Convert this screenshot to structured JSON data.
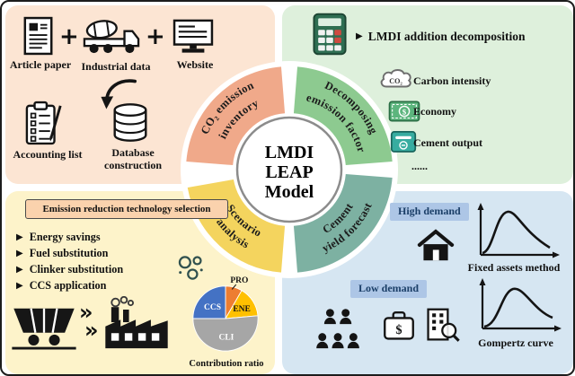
{
  "center": {
    "lines": [
      "LMDI",
      "LEAP",
      "Model"
    ]
  },
  "arcs": {
    "top_left": {
      "line1": "CO₂ emission",
      "line2": "inventory"
    },
    "top_right": {
      "line1": "Decomposing",
      "line2": "emission factor"
    },
    "bottom_left": {
      "line1": "Scenario",
      "line2": "analysis"
    },
    "bottom_right": {
      "line1": "Cement",
      "line2": "yield forecast"
    }
  },
  "top_left": {
    "plus": "+",
    "sources": [
      {
        "icon": "article-paper-icon",
        "label": "Article paper"
      },
      {
        "icon": "mixer-truck-icon",
        "label": "Industrial data"
      },
      {
        "icon": "monitor-icon",
        "label": "Website"
      }
    ],
    "methods": [
      {
        "icon": "clipboard-icon",
        "label": "Accounting list"
      },
      {
        "icon": "database-icon",
        "label": "Database construction"
      }
    ]
  },
  "top_right": {
    "bullet": "▶",
    "heading": "LMDI addition decomposition",
    "items": [
      {
        "icon": "cloud-co2-icon",
        "icon_text": "CO₂",
        "label": "Carbon intensity"
      },
      {
        "icon": "banknote-icon",
        "icon_text": "$",
        "label": "Economy"
      },
      {
        "icon": "cement-output-icon",
        "label": "Cement output"
      }
    ],
    "ellipsis": "......"
  },
  "bottom_left": {
    "box_title": "Emission reduction technology selection",
    "bullet": "▶",
    "bullets": [
      "Energy savings",
      "Fuel substitution",
      "Clinker substitution",
      "CCS application"
    ],
    "chevrons": "»",
    "pie_caption": "Contribution ratio",
    "pie_labels": {
      "pro": "PRO",
      "ccs": "CCS",
      "ene": "ENE",
      "cli": "CLI"
    }
  },
  "bottom_right": {
    "high_label": "High demand",
    "low_label": "Low demand",
    "money_symbol": "$",
    "fixed_caption": "Fixed assets method",
    "gompertz_caption": "Gompertz curve"
  },
  "chart_data": {
    "type": "pie",
    "title": "Contribution ratio",
    "labels": [
      "CLI",
      "CCS",
      "ENE",
      "PRO"
    ],
    "values": [
      52,
      25,
      15,
      8
    ],
    "units": "percent (estimated from slice angles)",
    "colors": {
      "CLI": "#a6a6a6",
      "CCS": "#4472c4",
      "ENE": "#ffc000",
      "PRO": "#ed7d31"
    },
    "legend_position": "in-slice labels, PRO labeled outside"
  }
}
